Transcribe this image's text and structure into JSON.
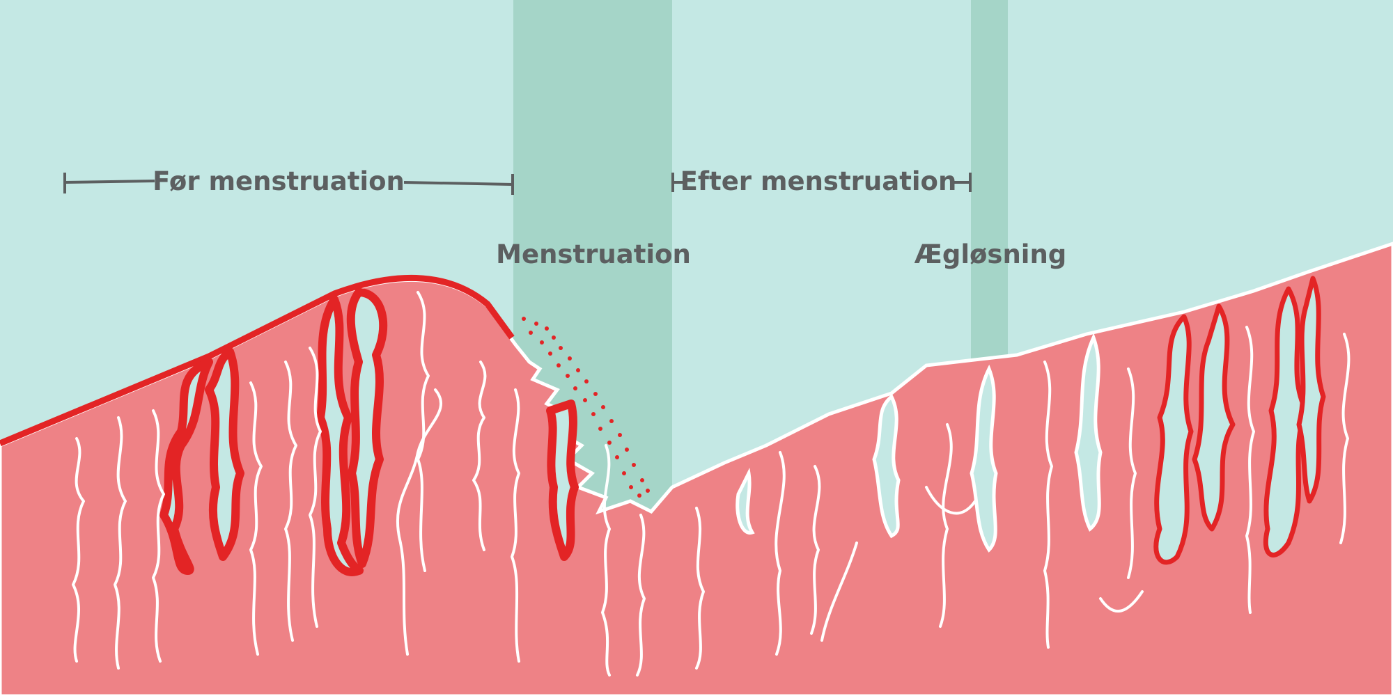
{
  "phases": {
    "before_label": "Før menstruation",
    "after_label": "Efter menstruation",
    "menstruation_label": "Menstruation",
    "ovulation_label": "Ægløsning"
  },
  "colors": {
    "background": "#c4e8e4",
    "highlight_band": "#a5d5c8",
    "tissue": "#ee8286",
    "tissue_dark": "#e32425",
    "vessel": "#ffffff",
    "text": "#5c5f60"
  }
}
